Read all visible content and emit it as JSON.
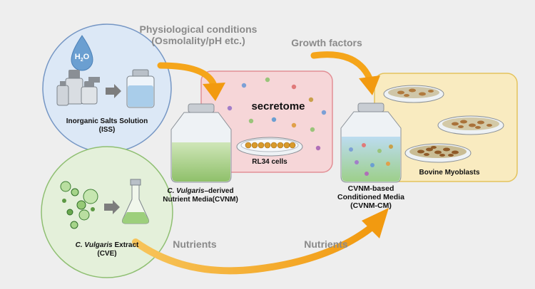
{
  "labels": {
    "physiological": "Physiological conditions",
    "osmolality": "(Osmolality/pH etc.)",
    "growth_factors": "Growth factors",
    "h2o_main": "H",
    "h2o_sub": "2",
    "h2o_end": "O",
    "iss_line1": "Inorganic Salts Solution",
    "iss_line2": "(ISS)",
    "cve_italic": "C. Vulgaris",
    "cve_rest": " Extract",
    "cve_line2": "(CVE)",
    "cvnm_italic": "C. Vulgaris",
    "cvnm_rest": "–derived",
    "cvnm_line2": "Nutrient Media(CVNM)",
    "secretome": "secretome",
    "rl34": "RL34 cells",
    "cm_line1": "CVNM-based",
    "cm_line2": "Conditioned Media",
    "cm_line3": "(CVNM-CM)",
    "bovine": "Bovine Myoblasts",
    "nutrients_1": "Nutrients",
    "nutrients_2": "Nutrients"
  },
  "colors": {
    "background": "#eeeeee",
    "iss_circle_fill": "#dce8f6",
    "iss_circle_stroke": "#7596c4",
    "cve_circle_fill": "#e4f0da",
    "cve_circle_stroke": "#8fbf72",
    "secretome_box_fill": "#f6d6d8",
    "secretome_box_stroke": "#e28f95",
    "myoblast_box_fill": "#f9ebc0",
    "myoblast_box_stroke": "#e4c35c",
    "arrow": "#f5a51a",
    "media_green": "#a9cf8c",
    "media_blue": "#b6d7ec"
  }
}
